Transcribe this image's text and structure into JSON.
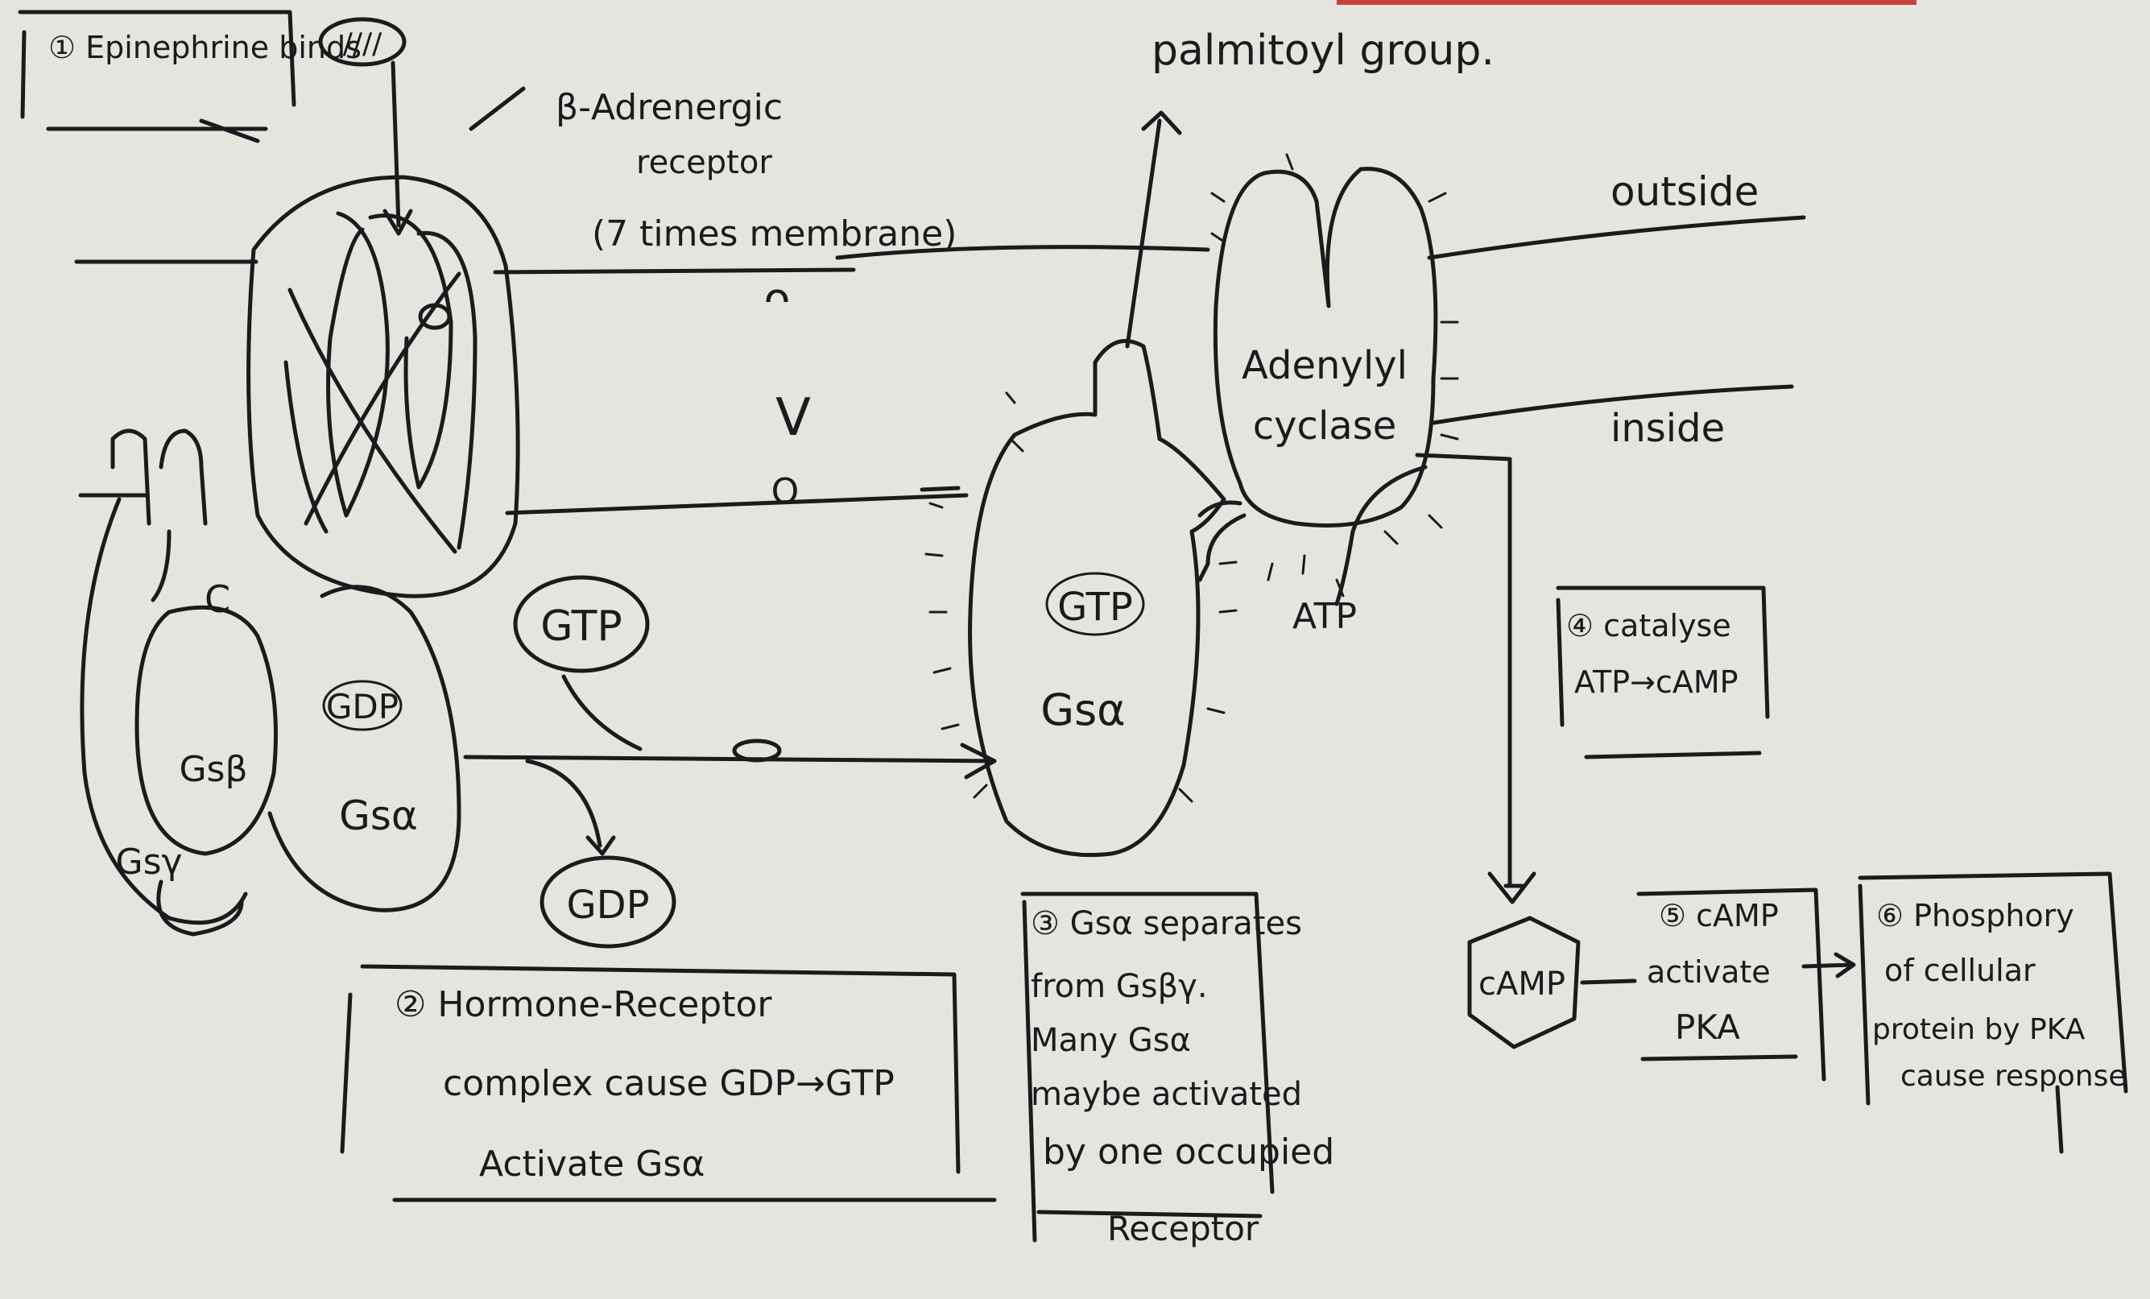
{
  "background": "#e6e4df",
  "ink": "#1b1b1d",
  "header_ribbon": "#c9403a",
  "labels": {
    "step1_text": "① Epinephrine binds",
    "hormone_icon": "////",
    "receptor_line1": "β-Adrenergic",
    "receptor_line2": "receptor",
    "receptor_line3": "(7 times membrane)",
    "palmitoyl": "palmitoyl group.",
    "outside": "outside",
    "inside": "inside",
    "adenylyl_line1": "Adenylyl",
    "adenylyl_line2": "cyclase",
    "atp": "ATP",
    "gtp_free": "GTP",
    "gdp_free": "GDP",
    "gdp_bound": "GDP",
    "gsa_left": "Gsα",
    "gsb": "Gsβ",
    "gsg": "Gsγ",
    "gtp_bound": "GTP",
    "gsa_right": "Gsα",
    "camp": "cAMP",
    "junction_glyph": "C",
    "membrane_glyph_top": "ᴖ",
    "membrane_glyph_mid": "V",
    "membrane_glyph_bot": "O"
  },
  "notes": {
    "step2_line1": "② Hormone-Receptor",
    "step2_line2": "complex cause GDP→GTP",
    "step2_line3": "Activate Gsα",
    "step3_line1": "③ Gsα separates",
    "step3_line2": "from Gsβγ.",
    "step3_line3": "Many Gsα",
    "step3_line4": "maybe activated",
    "step3_line5": "by one occupied",
    "step3_line6": "Receptor",
    "step4_line1": "④ catalyse",
    "step4_line2": "ATP→cAMP",
    "step5_line1": "⑤ cAMP",
    "step5_line2": "activate",
    "step5_line3": "PKA",
    "step6_line1": "⑥ Phosphory",
    "step6_line2": "of cellular",
    "step6_line3": "protein by PKA",
    "step6_line4": "cause response"
  }
}
